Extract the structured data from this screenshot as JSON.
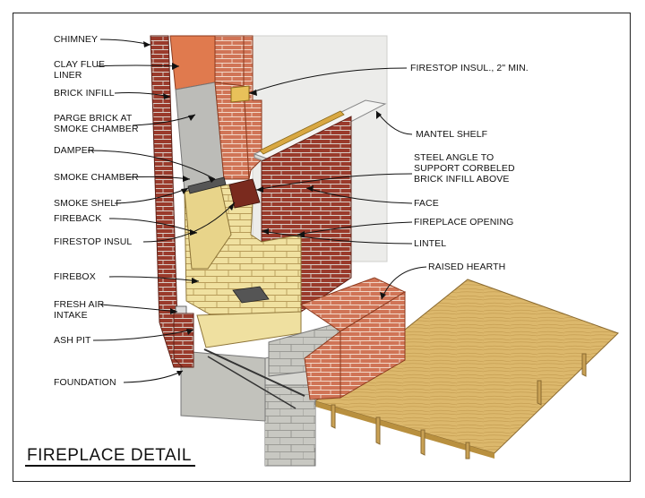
{
  "title": "FIREPLACE DETAIL",
  "labels_left": [
    {
      "key": "chimney",
      "text": "CHIMNEY"
    },
    {
      "key": "clay_flue",
      "text": "CLAY FLUE\nLINER"
    },
    {
      "key": "brick_infill",
      "text": "BRICK INFILL"
    },
    {
      "key": "parge_brick",
      "text": "PARGE BRICK AT\nSMOKE CHAMBER"
    },
    {
      "key": "damper",
      "text": "DAMPER"
    },
    {
      "key": "smoke_chamber",
      "text": "SMOKE CHAMBER"
    },
    {
      "key": "smoke_shelf",
      "text": "SMOKE SHELF"
    },
    {
      "key": "fireback",
      "text": "FIREBACK"
    },
    {
      "key": "firestop_insul",
      "text": "FIRESTOP INSUL"
    },
    {
      "key": "firebox",
      "text": "FIREBOX"
    },
    {
      "key": "fresh_air",
      "text": "FRESH AIR\nINTAKE"
    },
    {
      "key": "ash_pit",
      "text": "ASH PIT"
    },
    {
      "key": "foundation",
      "text": "FOUNDATION"
    }
  ],
  "labels_right": [
    {
      "key": "firestop_min",
      "text": "FIRESTOP INSUL., 2\" MIN."
    },
    {
      "key": "mantel",
      "text": "MANTEL SHELF"
    },
    {
      "key": "steel_angle",
      "text": "STEEL ANGLE TO\nSUPPORT CORBELED\nBRICK INFILL ABOVE"
    },
    {
      "key": "face",
      "text": "FACE"
    },
    {
      "key": "opening",
      "text": "FIREPLACE OPENING"
    },
    {
      "key": "lintel",
      "text": "LINTEL"
    },
    {
      "key": "raised_hearth",
      "text": "RAISED HEARTH"
    }
  ],
  "colors": {
    "brick": "#9c3a2c",
    "brick_light": "#c9694f",
    "flue": "#e07a4e",
    "firebrick": "#efdf9a",
    "concrete": "#c9c9c4",
    "wood": "#dcb86c",
    "wall": "#ececea"
  }
}
